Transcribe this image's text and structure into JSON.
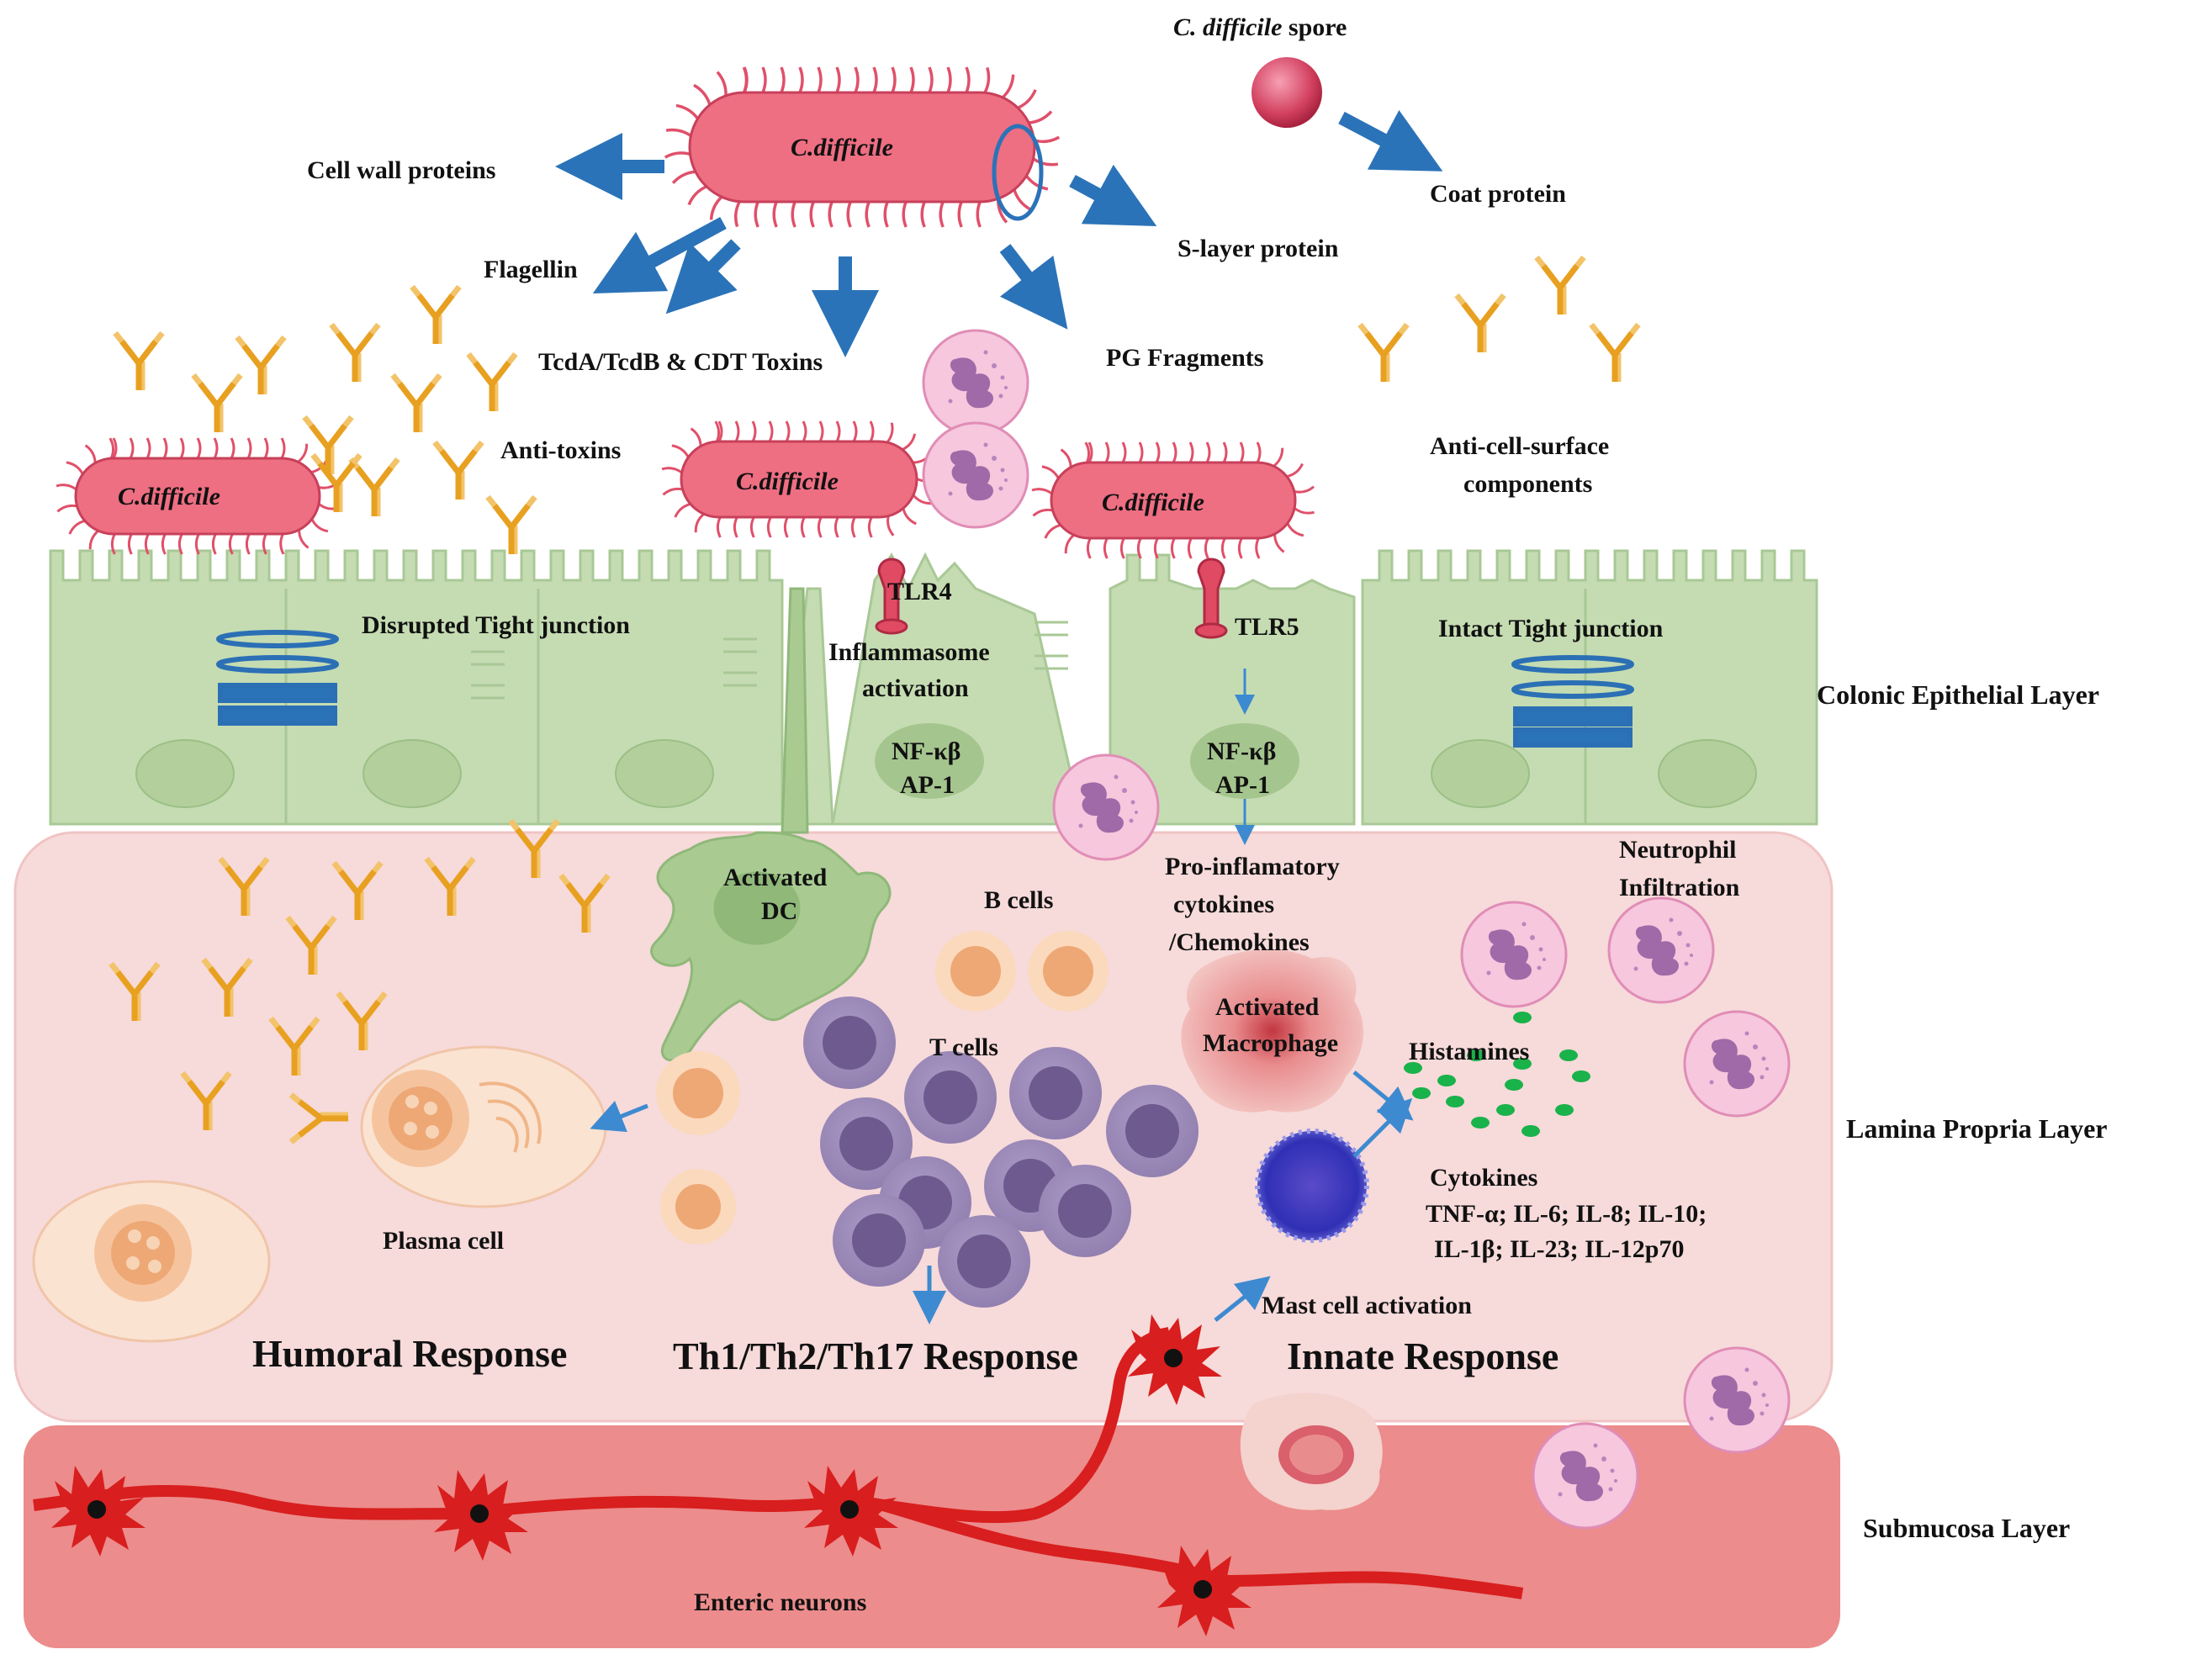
{
  "bacteria": {
    "name": "C.difficile",
    "spore_label_italic": "C. difficile",
    "spore_label_rest": " spore",
    "coat_protein": "Coat protein",
    "cell_wall_proteins": "Cell wall proteins",
    "flagellin": "Flagellin",
    "s_layer_protein": "S-layer protein",
    "toxins": "TcdA/TcdB & CDT Toxins",
    "pg_fragments": "PG Fragments",
    "anti_toxins": "Anti-toxins",
    "anti_surface_line1": "Anti-cell-surface",
    "anti_surface_line2": "components"
  },
  "epithelium": {
    "disrupted_tj": "Disrupted Tight junction",
    "intact_tj": "Intact Tight junction",
    "tlr4": "TLR4",
    "tlr5": "TLR5",
    "inflammasome_line1": "Inflammasome",
    "inflammasome_line2": "activation",
    "nfkb": "NF-κβ",
    "ap1": "AP-1"
  },
  "lamina": {
    "activated_dc_line1": "Activated",
    "activated_dc_line2": "DC",
    "b_cells": "B cells",
    "t_cells": "T cells",
    "pro_inflam_line1": "Pro-inflamatory",
    "pro_inflam_line2": "cytokines",
    "pro_inflam_line3": "/Chemokines",
    "neutrophil_line1": "Neutrophil",
    "neutrophil_line2": "Infiltration",
    "macrophage_line1": "Activated",
    "macrophage_line2": "Macrophage",
    "histamines": "Histamines",
    "cytokines_title": "Cytokines",
    "cytokines_line1": "TNF-α; IL-6; IL-8; IL-10;",
    "cytokines_line2": "IL-1β; IL-23; IL-12p70",
    "mast_cell": "Mast cell activation",
    "plasma_cell": "Plasma cell",
    "humoral": "Humoral Response",
    "th_response": "Th1/Th2/Th17 Response",
    "innate": "Innate  Response"
  },
  "submucosa": {
    "enteric_neurons": "Enteric neurons"
  },
  "layers": {
    "epithelial": "Colonic Epithelial Layer",
    "lamina": "Lamina Propria Layer",
    "submucosa": "Submucosa Layer"
  },
  "colors": {
    "bacteria_fill": "#ee6e82",
    "epithelium": "#c5dcb2",
    "lamina": "#f7dada",
    "submucosa": "#ec8c8c",
    "arrow": "#2b73b8",
    "antibody": "#e8a020",
    "neutrophil": "#f6c7dd",
    "t_cell": "#9a86b5",
    "b_cell": "#f6c39a",
    "neuron": "#d81e1e"
  }
}
